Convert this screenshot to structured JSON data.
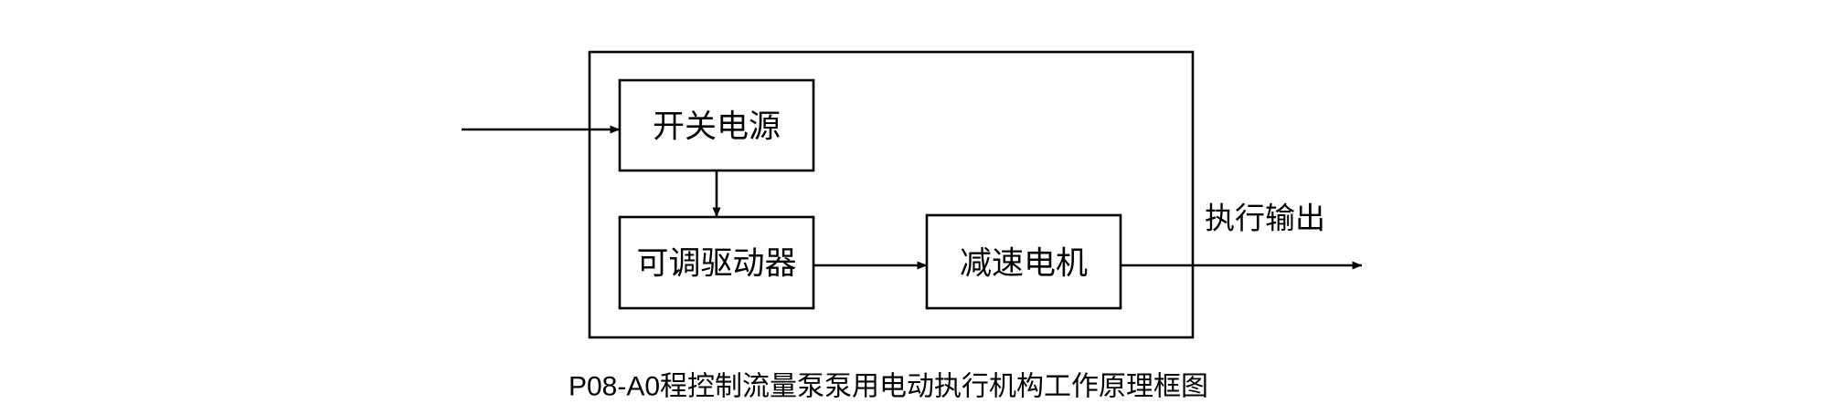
{
  "figure": {
    "caption": "P08-A0程控制流量泵泵用电动执行机构工作原理框图",
    "background_color": "#ffffff",
    "line_color": "#000000"
  },
  "enclosure": {
    "name": "actuator-housing",
    "label": ""
  },
  "blocks": [
    {
      "id": "switching-power-supply",
      "label": "开关电源"
    },
    {
      "id": "adjustable-driver",
      "label": "可调驱动器"
    },
    {
      "id": "gear-motor",
      "label": "减速电机"
    }
  ],
  "flows": [
    {
      "id": "power-input",
      "label": ""
    },
    {
      "id": "actuation-output",
      "label": "执行输出"
    }
  ],
  "connections": [
    {
      "from": "power-input",
      "to": "switching-power-supply"
    },
    {
      "from": "switching-power-supply",
      "to": "adjustable-driver"
    },
    {
      "from": "adjustable-driver",
      "to": "gear-motor"
    },
    {
      "from": "gear-motor",
      "to": "actuation-output"
    }
  ]
}
